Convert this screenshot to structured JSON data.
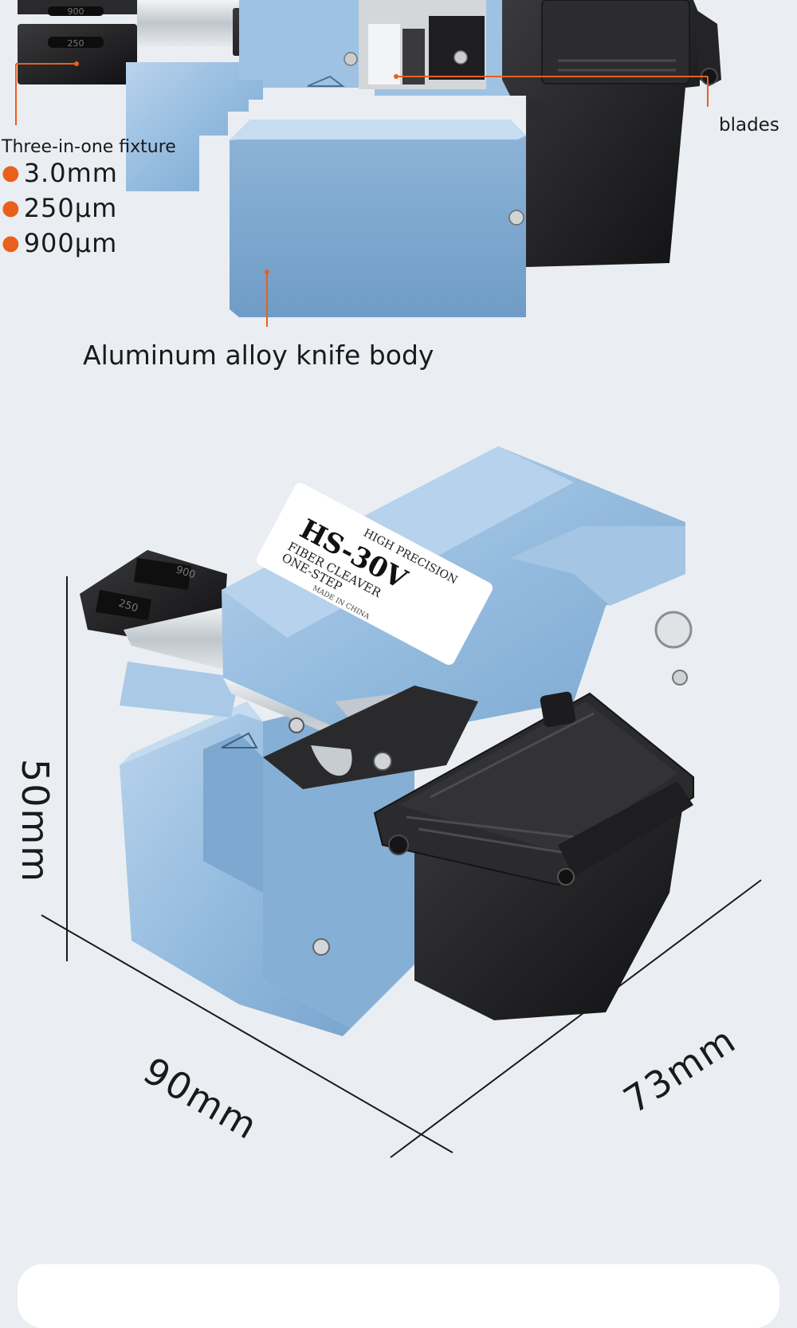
{
  "callouts": {
    "fixture_title": "Three-in-one fixture",
    "fixture_specs": [
      "3.0mm",
      "250μm",
      "900μm"
    ],
    "blades": "blades",
    "body": "Aluminum alloy knife body"
  },
  "label": {
    "line1": "HIGH PRECISION",
    "model": "HS-30V",
    "line2": "FIBER CLEAVER",
    "line3": "ONE-STEP",
    "line4": "MADE IN CHINA"
  },
  "fixture_marks": {
    "top_a": "900",
    "top_b": "250",
    "bottom_a": "900",
    "bottom_b": "250"
  },
  "dimensions": {
    "height": "50mm",
    "length": "90mm",
    "width": "73mm"
  },
  "colors": {
    "accent": "#e8601c",
    "body": "#8fb6d8",
    "dark": "#1b1b1d",
    "background": "#eaeef2"
  }
}
